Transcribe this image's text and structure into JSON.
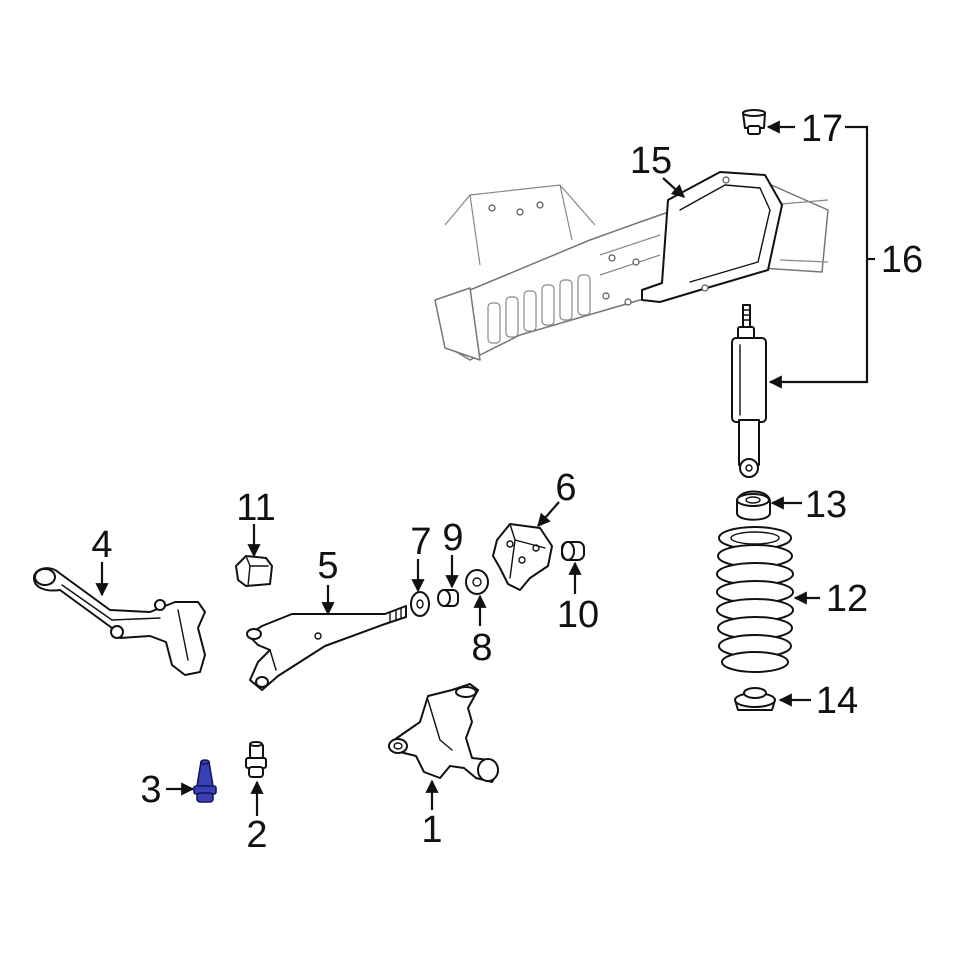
{
  "callouts": {
    "c1": "1",
    "c2": "2",
    "c3": "3",
    "c4": "4",
    "c5": "5",
    "c6": "6",
    "c7": "7",
    "c8": "8",
    "c9": "9",
    "c10": "10",
    "c11": "11",
    "c12": "12",
    "c13": "13",
    "c14": "14",
    "c15": "15",
    "c16": "16",
    "c17": "17"
  },
  "highlighted_part": "3",
  "colors": {
    "highlight": "#3a3fb5",
    "line": "#111111",
    "background": "#ffffff"
  }
}
